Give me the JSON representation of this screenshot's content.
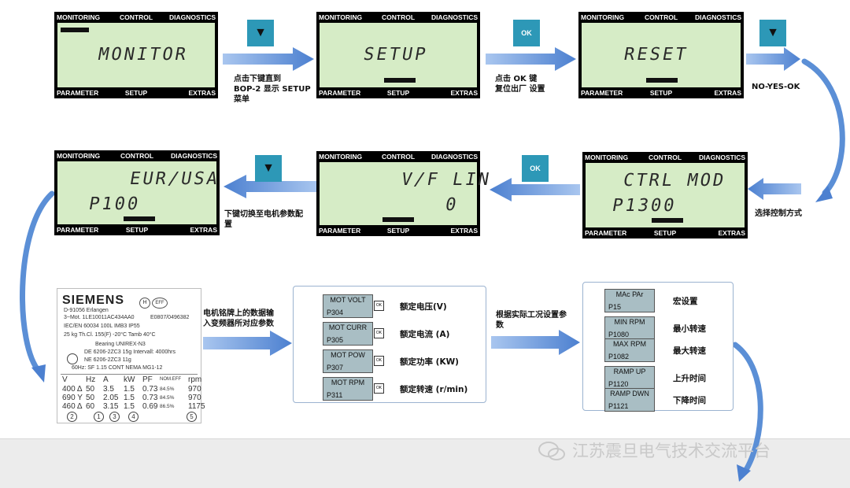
{
  "lcd_labels": {
    "monitoring": "MONITORING",
    "control": "CONTROL",
    "diagnostics": "DIAGNOSTICS",
    "parameter": "PARAMETER",
    "setup": "SETUP",
    "extras": "EXTRAS"
  },
  "row1": {
    "screen1": {
      "line1": "MONITOR"
    },
    "key1": {
      "icon": "down-triangle-icon",
      "glyph": "▼",
      "color": "#2d98b7"
    },
    "note1": "点击下键直到\nBOP-2 显示 SETUP\n菜单",
    "screen2": {
      "line1": "SETUP"
    },
    "key2": {
      "label": "OK",
      "color": "#2d98b7"
    },
    "note2": "点击 OK 键\n复位出厂 设置",
    "screen3": {
      "line1": "RESET"
    },
    "key3": {
      "icon": "down-triangle-icon",
      "glyph": "▼"
    },
    "note3": "NO-YES-OK"
  },
  "row2": {
    "screen4": {
      "line1": "CTRL MOD",
      "line2": "P1300"
    },
    "note4": "选择控制方式",
    "key4": {
      "label": "OK"
    },
    "screen5": {
      "line1": "V/F LIN",
      "line2": "0"
    },
    "key5": {
      "icon": "down-triangle-icon",
      "glyph": "▼"
    },
    "note5": "下键切换至电机参数配\n置",
    "screen6": {
      "line1": "EUR/USA",
      "line2": "P100"
    }
  },
  "plate": {
    "brand": "SIEMENS",
    "line_a": "D-91056 Erlangen",
    "line_b": "3~Mot. 1LE10011AC434AA0",
    "line_b2": "E0807/0496382",
    "line_c": "IEC/EN 60034 100L    IMB3      IP55",
    "line_d": "25 kg   Th.Cl. 155(F)   -20°C  Tamb  40°C",
    "line_e": "Bearing          UNIREX-N3",
    "line_f": "DE   6206-2ZC3  15g    Intervall: 4000hrs",
    "line_g": "NE   6206-2ZC3  11g",
    "line_h": "60Hz:         SF 1.15 CONT  NEMA MG1-12",
    "table_header": [
      "V",
      "Hz",
      "A",
      "kW",
      "PF",
      "NOM.EFF",
      "rpm"
    ],
    "table_rows": [
      [
        "400 Δ",
        "50",
        "3.5",
        "1.5",
        "0.73",
        "84.5%",
        "970"
      ],
      [
        "690 Y",
        "50",
        "2.05",
        "1.5",
        "0.73",
        "84.5%",
        "970"
      ],
      [
        "460 Δ",
        "60",
        "3.15",
        "1.5",
        "0.69",
        "86.5%",
        "1175"
      ]
    ],
    "circle_labels": [
      "2",
      "1",
      "3",
      "4",
      "5"
    ]
  },
  "plate_note": "电机铭牌上的数据输\n入变频器所对应参数",
  "motor_params": [
    {
      "name": "MOT VOLT",
      "code": "P304",
      "desc": "额定电压(V)"
    },
    {
      "name": "MOT CURR",
      "code": "P305",
      "desc": "额定电流 (A)"
    },
    {
      "name": "MOT POW",
      "code": "P307",
      "desc": "额定功率 (KW)"
    },
    {
      "name": "MOT RPM",
      "code": "P311",
      "desc": "额定转速 (r/min)"
    }
  ],
  "ok_box": "OK",
  "setting_note": "根据实际工况设置参\n数",
  "app_params": [
    {
      "name": "MAc PAr",
      "code": "P15",
      "desc": "宏设置"
    },
    {
      "name": "MIN RPM",
      "code": "P1080",
      "desc": "最小转速"
    },
    {
      "name": "MAX RPM",
      "code": "P1082",
      "desc": "最大转速"
    },
    {
      "name": "RAMP UP",
      "code": "P1120",
      "desc": "上升时间"
    },
    {
      "name": "RAMP DWN",
      "code": "P1121",
      "desc": "下降时间"
    }
  ],
  "watermark": "江苏震旦电气技术交流平台",
  "colors": {
    "arrow": "#5b8fd6",
    "lcd_screen": "#d6ecc6",
    "key": "#2d98b7",
    "param_box": "#a9bec4"
  }
}
